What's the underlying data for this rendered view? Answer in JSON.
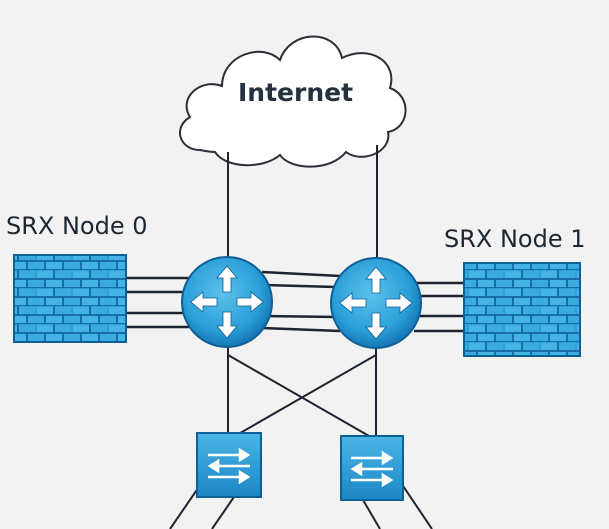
{
  "diagram": {
    "cloud_label": "Internet",
    "node0_label": "SRX Node 0",
    "node1_label": "SRX Node 1",
    "colors": {
      "device_fill": "#2a9fd8",
      "device_dark": "#0f5f97",
      "device_light": "#5cc1ec",
      "line": "#1d2430",
      "cloud_fill": "#ffffff",
      "cloud_stroke": "#2a2f36",
      "background": "#f2f2f2"
    },
    "icons": {
      "cloud": "cloud-icon",
      "firewall": "firewall-icon",
      "router": "router-icon",
      "switch": "switch-icon"
    }
  }
}
